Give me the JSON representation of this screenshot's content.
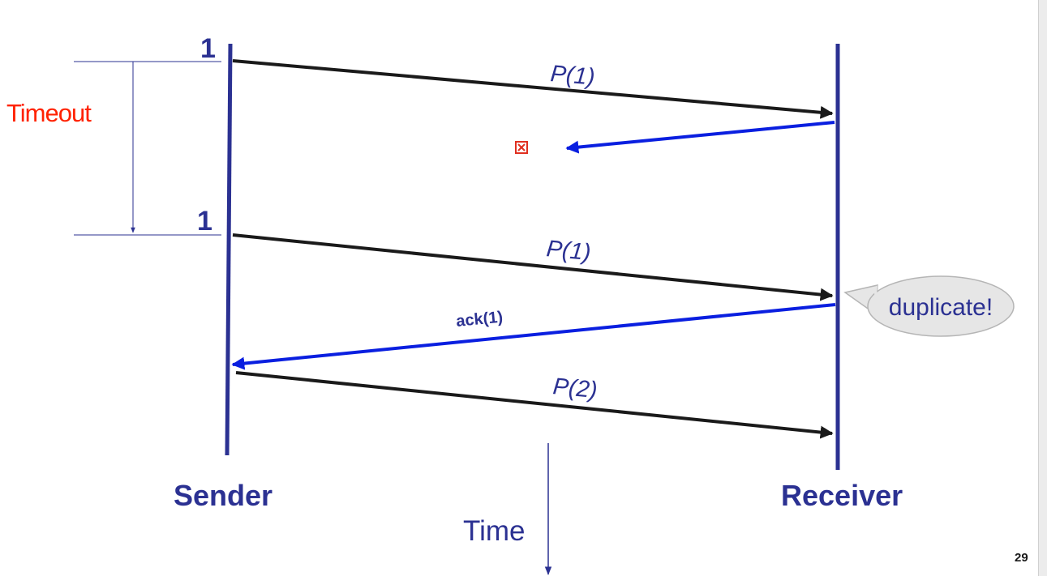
{
  "diagram": {
    "seq_mark_1": "1",
    "seq_mark_2": "1",
    "timeout_label": "Timeout",
    "messages": {
      "p1_first": "P(1)",
      "p1_second": "P(1)",
      "ack1": "ack(1)",
      "p2": "P(2)"
    },
    "lost_marker_glyph": "⊠",
    "callout_text": "duplicate!",
    "sender_label": "Sender",
    "receiver_label": "Receiver",
    "time_label": "Time",
    "page_number": "29"
  },
  "colors": {
    "lifeline": "#2b3192",
    "data_arrow": "#1a1a1a",
    "ack_arrow": "#0a1fe0",
    "timeout_text": "#ff2200",
    "lost_marker": "#e03020",
    "label_text": "#2b3192",
    "callout_fill": "#e6e6e6",
    "callout_stroke": "#b5b5b5"
  }
}
